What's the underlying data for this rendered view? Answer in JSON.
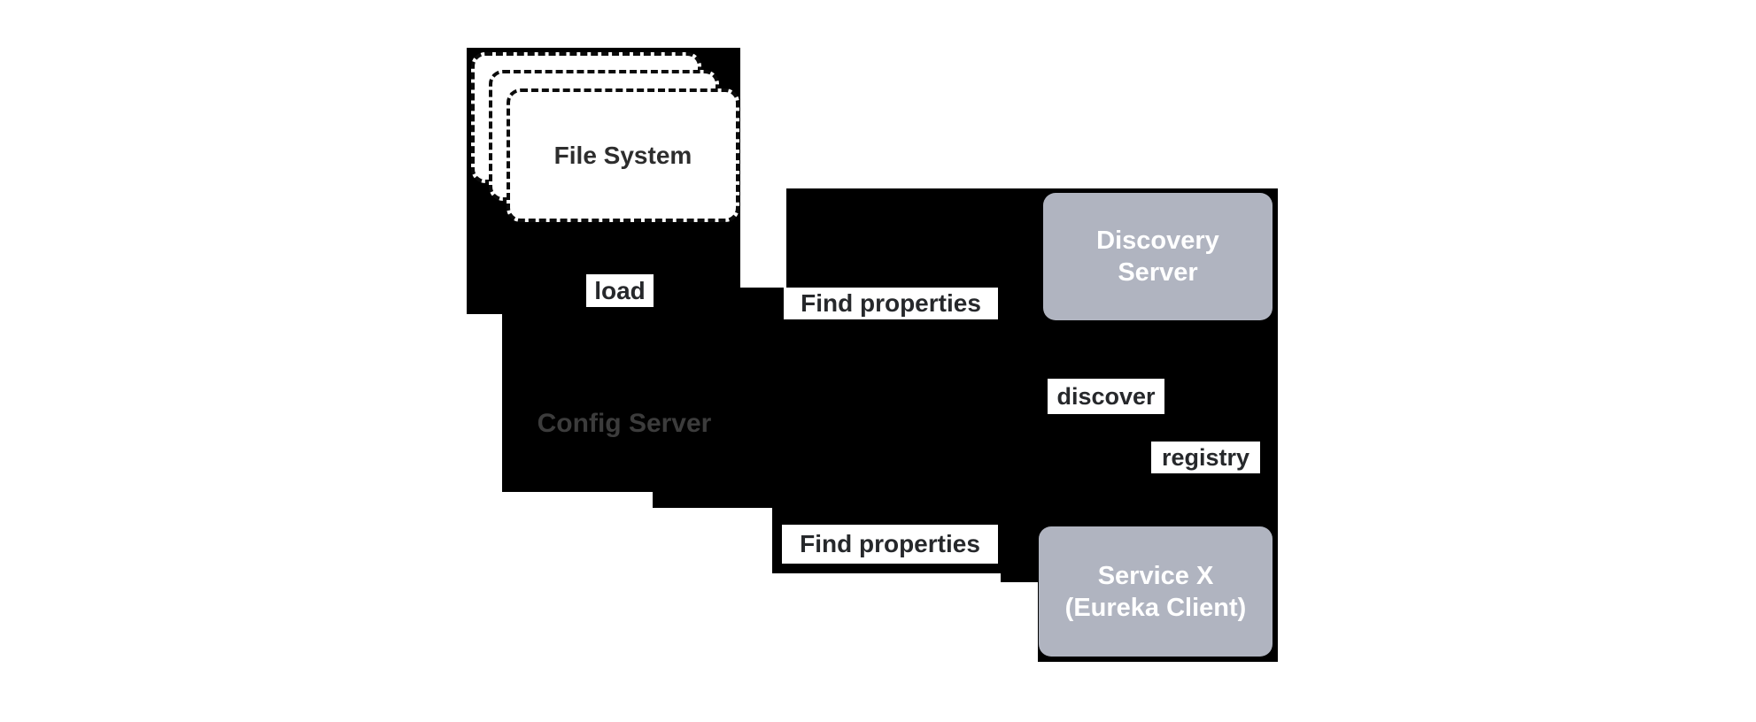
{
  "colors": {
    "silhouette": "#000000",
    "node_fill": "#b0b4c0",
    "node_text": "#ffffff",
    "label_text": "#26282b",
    "config_text": "#3c3c3c",
    "canvas_bg": "#ffffff"
  },
  "nodes": {
    "file_system": {
      "label": "File System"
    },
    "config_server": {
      "label": "Config Server"
    },
    "discovery_server": {
      "line1": "Discovery",
      "line2": "Server"
    },
    "service_x": {
      "line1": "Service X",
      "line2": "(Eureka Client)"
    }
  },
  "edge_labels": {
    "load": "load",
    "find_properties_top": "Find properties",
    "find_properties_bottom": "Find properties",
    "discover": "discover",
    "registry": "registry"
  }
}
